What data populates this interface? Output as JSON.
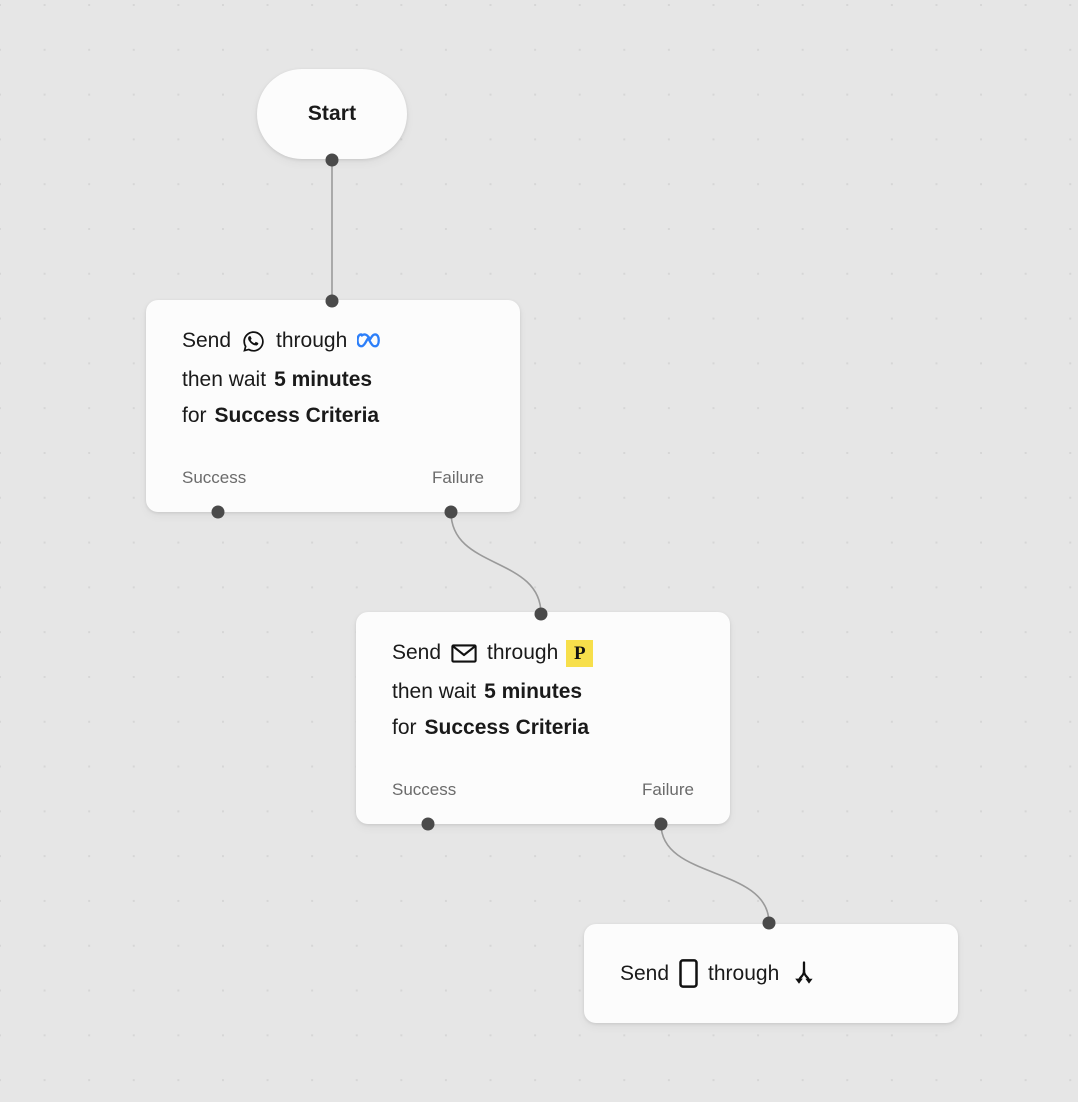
{
  "canvas": {
    "background_color": "#e6e6e6",
    "grid": "dot-grid"
  },
  "nodes": [
    {
      "id": "start",
      "type": "start",
      "label": "Start"
    },
    {
      "id": "node-1",
      "type": "send-and-wait",
      "send_label": "Send",
      "channel_icon": "whatsapp-icon",
      "through_label": "through",
      "provider_icon": "meta-icon",
      "provider_color": "#2d7ff9",
      "wait_prefix": "then wait",
      "wait_value": "5 minutes",
      "for_prefix": "for",
      "for_value": "Success Criteria",
      "branches": {
        "success": "Success",
        "failure": "Failure"
      }
    },
    {
      "id": "node-2",
      "type": "send-and-wait",
      "send_label": "Send",
      "channel_icon": "email-icon",
      "through_label": "through",
      "provider_icon": "postmark-icon",
      "provider_badge_letter": "P",
      "provider_color": "#f7df4b",
      "wait_prefix": "then wait",
      "wait_value": "5 minutes",
      "for_prefix": "for",
      "for_value": "Success Criteria",
      "branches": {
        "success": "Success",
        "failure": "Failure"
      }
    },
    {
      "id": "node-3",
      "type": "send",
      "send_label": "Send",
      "channel_icon": "mobile-phone-icon",
      "through_label": "through",
      "provider_icon": "branch-routing-icon"
    }
  ],
  "edges": [
    {
      "from": "start",
      "to": "node-1",
      "style": "straight"
    },
    {
      "from": "node-1.failure",
      "to": "node-2",
      "style": "bezier"
    },
    {
      "from": "node-2.failure",
      "to": "node-3",
      "style": "bezier"
    }
  ],
  "colors": {
    "edge": "#9a9a9a",
    "handle": "#4a4a4a",
    "card": "#fcfcfc",
    "text": "#1a1a1a",
    "muted_text": "#6b6b6b"
  }
}
